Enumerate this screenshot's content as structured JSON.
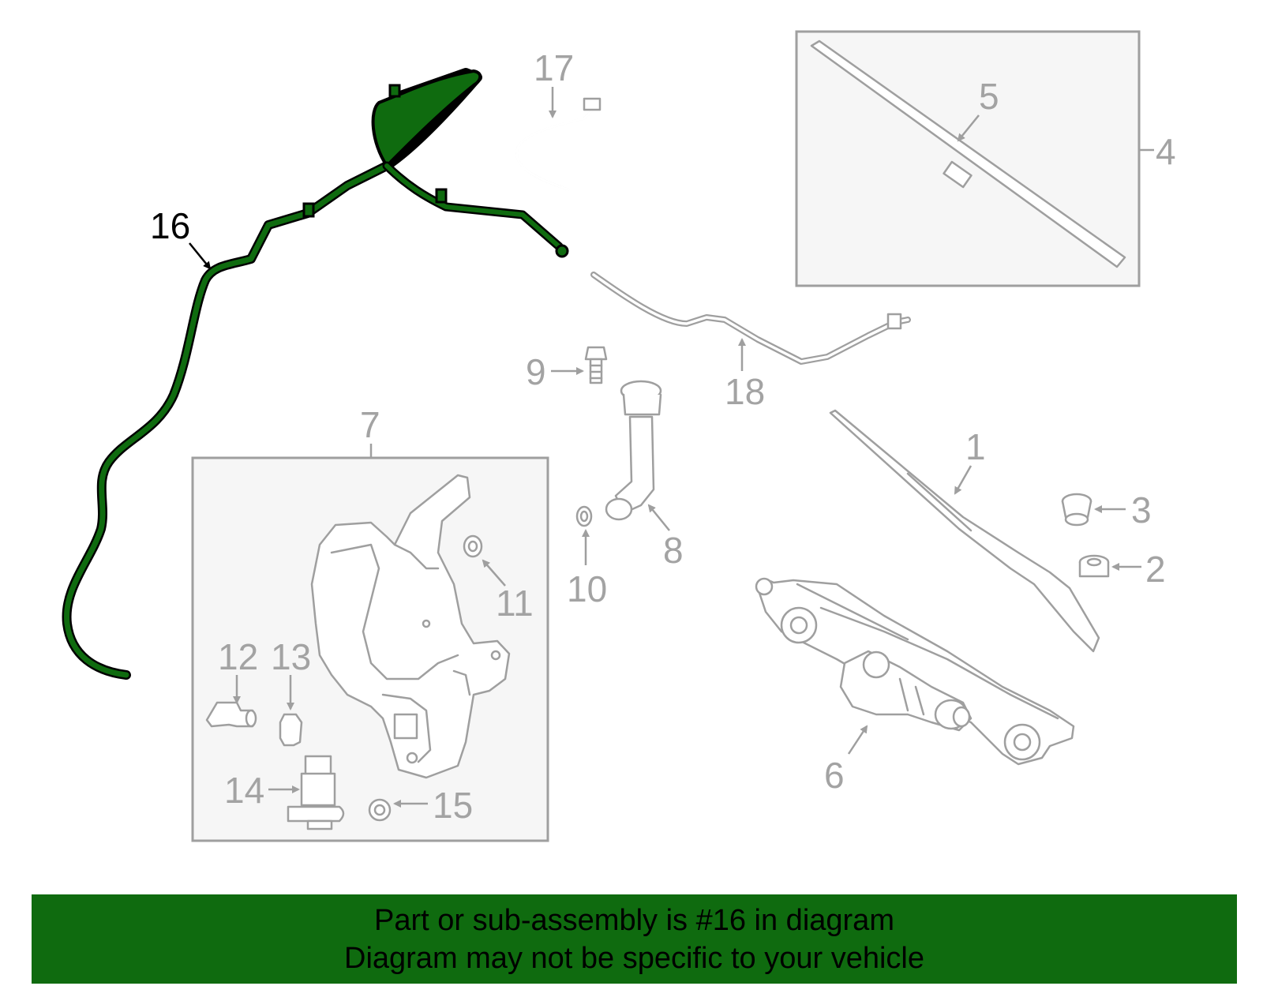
{
  "diagram": {
    "highlighted_part": "16",
    "highlight_color": "#0f6b0f",
    "line_color": "#9f9f9f",
    "callouts": {
      "p1": "1",
      "p2": "2",
      "p3": "3",
      "p4": "4",
      "p5": "5",
      "p6": "6",
      "p7": "7",
      "p8": "8",
      "p9": "9",
      "p10": "10",
      "p11": "11",
      "p12": "12",
      "p13": "13",
      "p14": "14",
      "p15": "15",
      "p16": "16",
      "p17": "17",
      "p18": "18"
    }
  },
  "banner": {
    "line1": "Part or sub-assembly is #16 in diagram",
    "line2": "Diagram may not be specific to your vehicle",
    "background": "#0f6b0f"
  }
}
